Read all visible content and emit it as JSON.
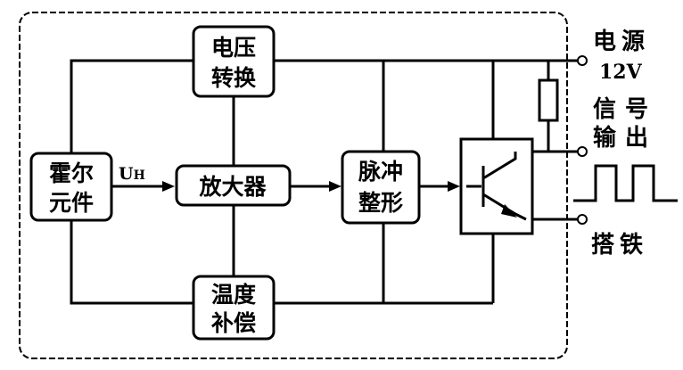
{
  "blocks": {
    "voltage_converter": [
      "电压",
      "转换"
    ],
    "hall_element": [
      "霍尔",
      "元件"
    ],
    "amplifier": "放大器",
    "pulse_shaper": [
      "脉冲",
      "整形"
    ],
    "temp_compensation": [
      "温度",
      "补偿"
    ]
  },
  "signals": {
    "hall_voltage_main": "U",
    "hall_voltage_sub": "H"
  },
  "terminals": {
    "power": [
      "电源",
      "12V"
    ],
    "signal_out": [
      "信号",
      "输出"
    ],
    "ground": "搭铁"
  },
  "colors": {
    "line": "#000000",
    "background": "#ffffff"
  }
}
